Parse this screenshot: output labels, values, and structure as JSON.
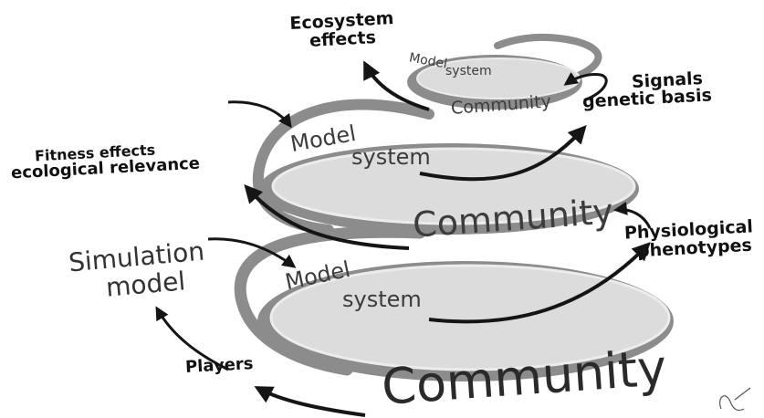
{
  "labels": {
    "ecosystem_effects": "Ecosystem effects",
    "signals": "Signals",
    "genetic_basis": "genetic basis",
    "fitness_effects": "Fitness effects",
    "ecological_relevance": "ecological relevance",
    "physiological": "Physiological",
    "phenotypes": "phenotypes",
    "simulation": "Simulation",
    "model": "model",
    "players": "Players"
  },
  "rings": {
    "top": {
      "model": "Model",
      "system": "system",
      "community": "Community"
    },
    "middle": {
      "model": "Model",
      "system": "system",
      "community": "Community"
    },
    "bottom": {
      "model": "Model",
      "system": "system",
      "community": "Community"
    }
  },
  "colors": {
    "ring_fill": "#dcdcdc",
    "ring_band": "#8c8c8c",
    "ring_highlight": "#ececec",
    "arrow": "#151515"
  }
}
